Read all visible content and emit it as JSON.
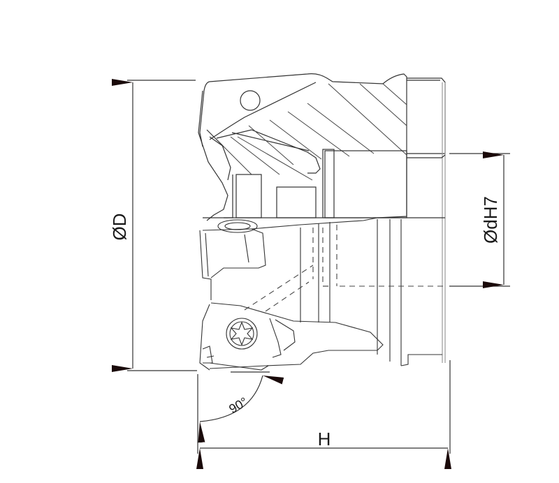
{
  "diagram": {
    "subject": "Face milling cutter cross-section with indexable inserts",
    "dimensions": {
      "outer_diameter": {
        "label": "ØD",
        "orientation": "vertical"
      },
      "bore_diameter": {
        "label": "ØdH7",
        "orientation": "vertical"
      },
      "height": {
        "label": "H",
        "orientation": "horizontal"
      },
      "approach_angle": {
        "label": "90°"
      }
    },
    "colors": {
      "line": "#333333",
      "arrow": "#1a0a0a",
      "background": "#ffffff"
    }
  }
}
